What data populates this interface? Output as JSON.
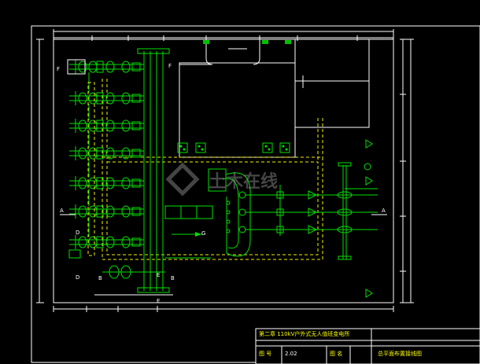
{
  "drawing": {
    "section_labels": [
      "F",
      "F",
      "A",
      "A",
      "D",
      "D",
      "B",
      "B",
      "E",
      "E",
      "G"
    ]
  },
  "title_block": {
    "chapter": "第二章  110kV户外式无人值班变电所",
    "figure_no_label": "图  号",
    "figure_no_value": "2.02",
    "figure_name_label": "图  名",
    "figure_name_value": "总平面布置接线图"
  },
  "watermark": "土木在线",
  "colors": {
    "background": "#000000",
    "outline": "#ffffff",
    "equipment": "#00e000",
    "fence": "#f0f000",
    "title_text": "#ffff00"
  }
}
